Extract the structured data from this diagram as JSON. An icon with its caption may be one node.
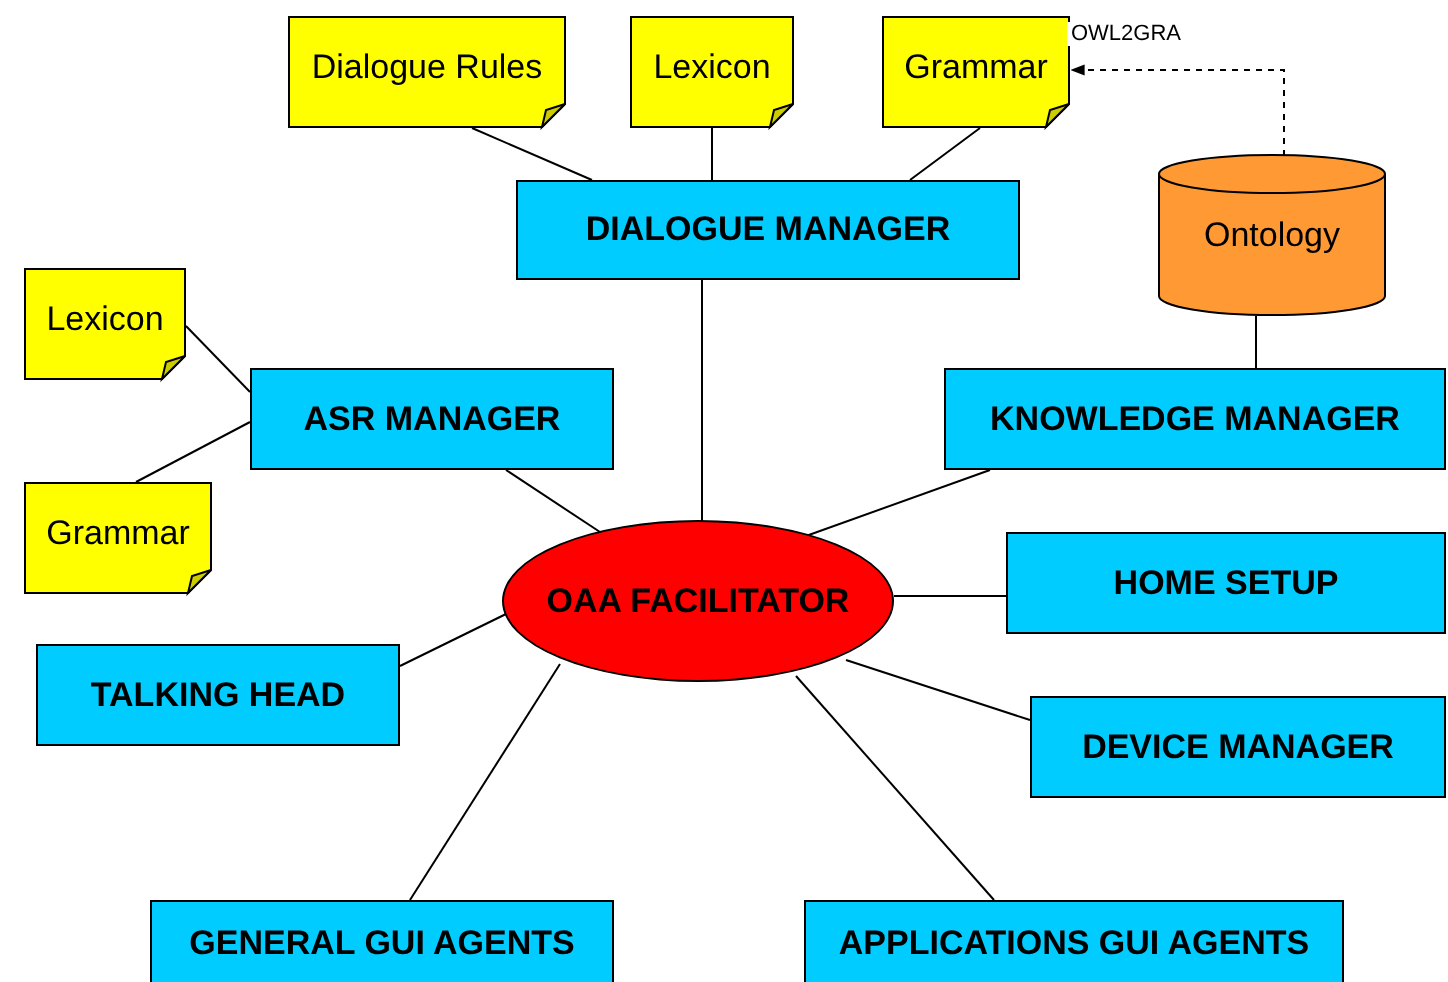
{
  "diagram": {
    "nodes": [
      {
        "text": [
          "Dialogue Rules"
        ]
      },
      {
        "text": [
          "Lexicon"
        ]
      },
      {
        "text": [
          "Grammar"
        ]
      },
      {
        "text": [
          "DIALOGUE MANAGER"
        ]
      },
      {
        "text": [
          "Ontology"
        ]
      },
      {
        "text": [
          "Lexicon"
        ]
      },
      {
        "text": [
          "ASR MANAGER"
        ]
      },
      {
        "text": [
          "KNOWLEDGE MANAGER"
        ]
      },
      {
        "text": [
          "Grammar"
        ]
      },
      {
        "text": [
          "OAA FACILITATOR"
        ]
      },
      {
        "text": [
          "HOME SETUP"
        ]
      },
      {
        "text": [
          "TALKING HEAD"
        ]
      },
      {
        "text": [
          "DEVICE MANAGER"
        ]
      },
      {
        "text": [
          "GENERAL GUI AGENTS"
        ]
      },
      {
        "text": [
          "APPLICATIONS GUI AGENTS"
        ]
      }
    ],
    "edges": [
      {
        "from": 0,
        "to": 3,
        "arrow": "none"
      },
      {
        "from": 1,
        "to": 3,
        "arrow": "none"
      },
      {
        "from": 2,
        "to": 3,
        "arrow": "none"
      },
      {
        "from": 4,
        "to": 2,
        "arrow": "to",
        "style": "dashed",
        "label": "OWL2GRA"
      },
      {
        "from": 4,
        "to": 7,
        "arrow": "none"
      },
      {
        "from": 5,
        "to": 6,
        "arrow": "none"
      },
      {
        "from": 6,
        "to": 8,
        "arrow": "none"
      },
      {
        "from": 3,
        "to": 9,
        "arrow": "none"
      },
      {
        "from": 6,
        "to": 9,
        "arrow": "none"
      },
      {
        "from": 7,
        "to": 9,
        "arrow": "none"
      },
      {
        "from": 9,
        "to": 10,
        "arrow": "none"
      },
      {
        "from": 9,
        "to": 11,
        "arrow": "none"
      },
      {
        "from": 9,
        "to": 12,
        "arrow": "none"
      },
      {
        "from": 9,
        "to": 13,
        "arrow": "none"
      },
      {
        "from": 9,
        "to": 14,
        "arrow": "none"
      }
    ]
  }
}
